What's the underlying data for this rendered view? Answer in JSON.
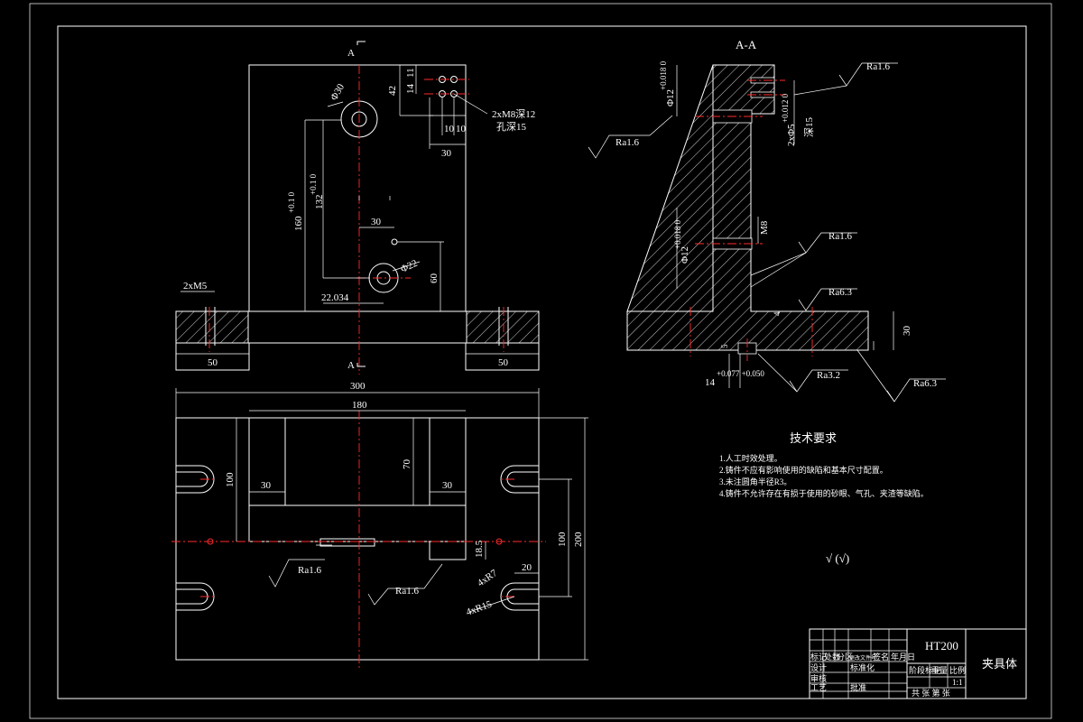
{
  "section_label_top": "A",
  "section_label_bottom": "A",
  "section_view_title": "A-A",
  "front_view": {
    "dim_hole_dia_top": "Φ30",
    "dim_hole_dia_mid": "Φ22",
    "dim_160": "160",
    "dim_160_tol": "+0.1 0",
    "dim_132": "132",
    "dim_132_tol": "+0.1 0",
    "dim_42": "42",
    "dim_14": "14",
    "dim_11": "11",
    "dim_10a": "10",
    "dim_10b": "10",
    "dim_30_top": "30",
    "dim_30_mid": "30",
    "dim_60": "60",
    "dim_22034": "22.034",
    "callout_thread": "2xM8深12",
    "callout_hole_depth": "孔深15",
    "dim_2xm5": "2xM5",
    "dim_50_left": "50",
    "dim_50_right": "50"
  },
  "plan_view": {
    "dim_300": "300",
    "dim_180": "180",
    "dim_100_left": "100",
    "dim_30_left": "30",
    "dim_70": "70",
    "dim_30_right": "30",
    "dim_100_right": "100",
    "dim_200": "200",
    "dim_185": "18.5",
    "dim_20": "20",
    "callout_4x87": "4xR7",
    "callout_4xr15": "4xR15",
    "rough_1": "Ra1.6",
    "rough_2": "Ra1.6"
  },
  "section_view": {
    "rough_top_right": "Ra1.6",
    "rough_left": "Ra1.6",
    "rough_mid_right": "Ra1.6",
    "rough_base_top": "Ra6.3",
    "rough_bottom_mid": "Ra3.2",
    "rough_bottom_right": "Ra6.3",
    "dim_phi12_top": "Φ12",
    "dim_phi12_top_tol": "+0.018 0",
    "dim_2xphi5": "2xΦ5",
    "dim_2xphi5_tol": "+0.012 0",
    "dim_depth15": "深15",
    "dim_phi12_mid": "Φ12",
    "dim_phi12_mid_tol": "+0.018 0",
    "dim_m8": "M8",
    "dim_4": "4",
    "dim_5": "5",
    "dim_30": "30",
    "dim_14": "14",
    "dim_14_tol": "+0.077 +0.050"
  },
  "tech_requirements": {
    "title": "技术要求",
    "items": [
      "1.人工时效处理。",
      "2.铸件不应有影响使用的缺陷和基本尺寸配置。",
      "3.未注圆角半径R3。",
      "4.铸件不允许存在有损于使用的砂眼、气孔、夹渣等缺陷。"
    ],
    "general_rough": "√ (√)"
  },
  "title_block": {
    "material": "HT200",
    "part_name": "夹具体",
    "scale": "1:1",
    "row_labels": [
      "标记",
      "处数",
      "分区",
      "更改文件号",
      "签名",
      "年月日"
    ],
    "design": "设计",
    "standard": "标准化",
    "review": "审核",
    "process": "工艺",
    "approve": "批准",
    "stage_mark": "阶段标记",
    "weight": "重量",
    "ratio": "比例",
    "sheets": "共 张 第 张"
  }
}
